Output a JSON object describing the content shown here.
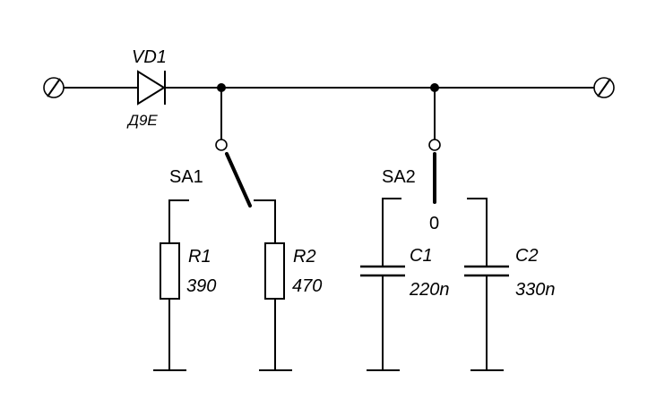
{
  "diode": {
    "ref": "VD1",
    "part": "Д9Е"
  },
  "switches": {
    "sa1": {
      "ref": "SA1"
    },
    "sa2": {
      "ref": "SA2",
      "position": "0"
    }
  },
  "resistors": [
    {
      "ref": "R1",
      "value": "390"
    },
    {
      "ref": "R2",
      "value": "470"
    }
  ],
  "capacitors": [
    {
      "ref": "C1",
      "value": "220n"
    },
    {
      "ref": "C2",
      "value": "330n"
    }
  ]
}
